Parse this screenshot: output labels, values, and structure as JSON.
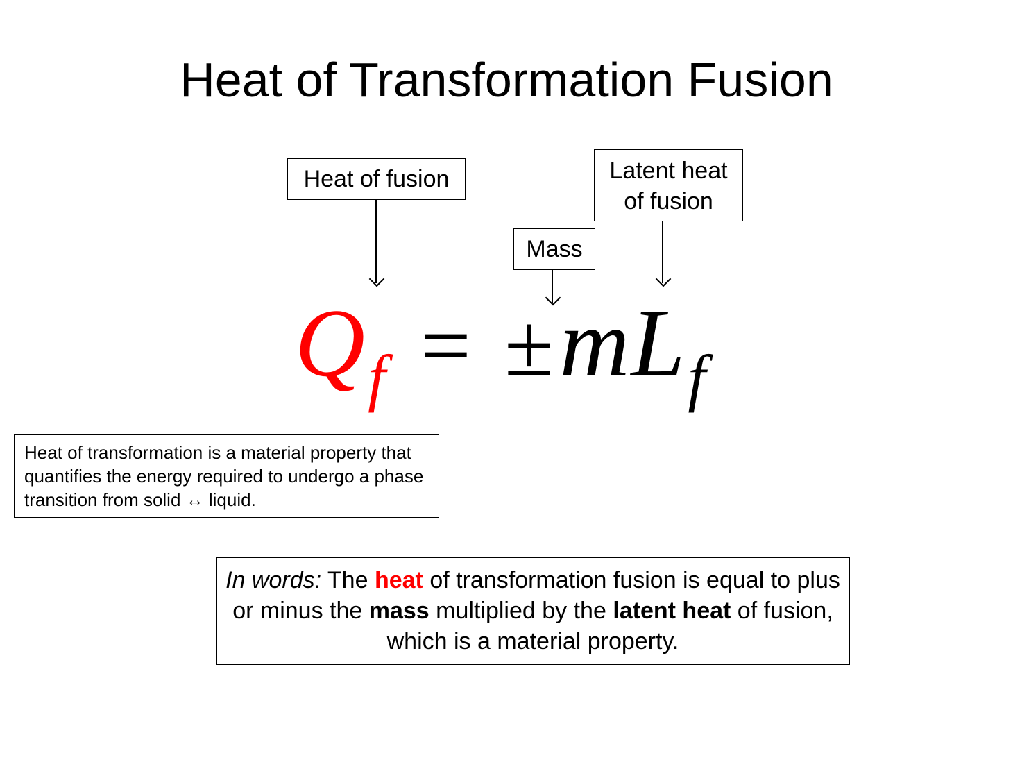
{
  "title": "Heat of Transformation Fusion",
  "labels": {
    "heat_of_fusion": "Heat of fusion",
    "latent_line1": "Latent heat",
    "latent_line2": "of fusion",
    "mass": "Mass"
  },
  "equation": {
    "q": "Q",
    "q_sub": "f",
    "equals": "=",
    "pm": "±",
    "m": "m",
    "l": "L",
    "l_sub": "f"
  },
  "definition": "Heat of transformation is a material property that quantifies the energy required to undergo a phase transition from solid ↔ liquid.",
  "in_words": {
    "lead": "In words:",
    "t1": " The ",
    "heat": "heat",
    "t2": " of transformation fusion is equal to plus or minus the ",
    "mass": "mass",
    "t3": " multiplied by the ",
    "latent": "latent heat",
    "t4": " of fusion, which is a material property."
  },
  "colors": {
    "accent": "#ff0000"
  }
}
